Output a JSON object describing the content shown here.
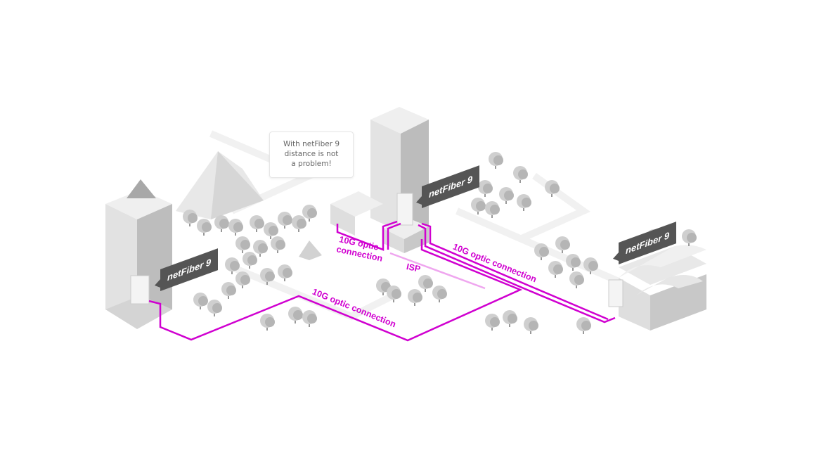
{
  "bubble": {
    "lines": [
      "With netFiber 9",
      "distance is not",
      "a problem!"
    ]
  },
  "tags": {
    "left": "netFiber 9",
    "center": "netFiber 9",
    "right": "netFiber 9"
  },
  "labels": {
    "bottom": "10G optic connection",
    "left_top_1": "10G optic",
    "left_top_2": "connection",
    "isp": "ISP",
    "right": "10G optic connection"
  },
  "colors": {
    "fiber": "#d000d0",
    "tag": "#555555",
    "building": "#d9d9d9"
  }
}
